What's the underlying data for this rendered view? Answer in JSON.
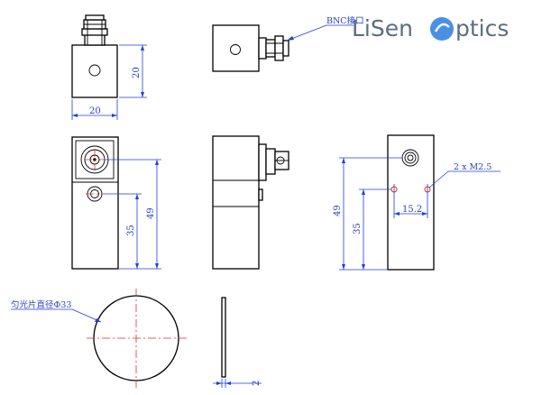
{
  "logo": {
    "text_left": "LiSen",
    "text_right": "ptics",
    "accent_color": "#4a90e2",
    "text_color": "#5b6e80"
  },
  "annotations": {
    "connector_note": "BNC接口",
    "diffuser_note": "匀光片直径Φ33",
    "thread_note": "2 x  M2.5"
  },
  "dimensions": {
    "top_height": "20",
    "top_width": "20",
    "front_total_height": "49",
    "front_hole_height": "35",
    "back_total_height": "49",
    "back_hole_height": "35",
    "hole_spacing": "15.2",
    "plate_thickness": "2"
  },
  "colors": {
    "dimension": "#1f3fd8",
    "centerline": "#e0302a",
    "outline": "#000000"
  }
}
